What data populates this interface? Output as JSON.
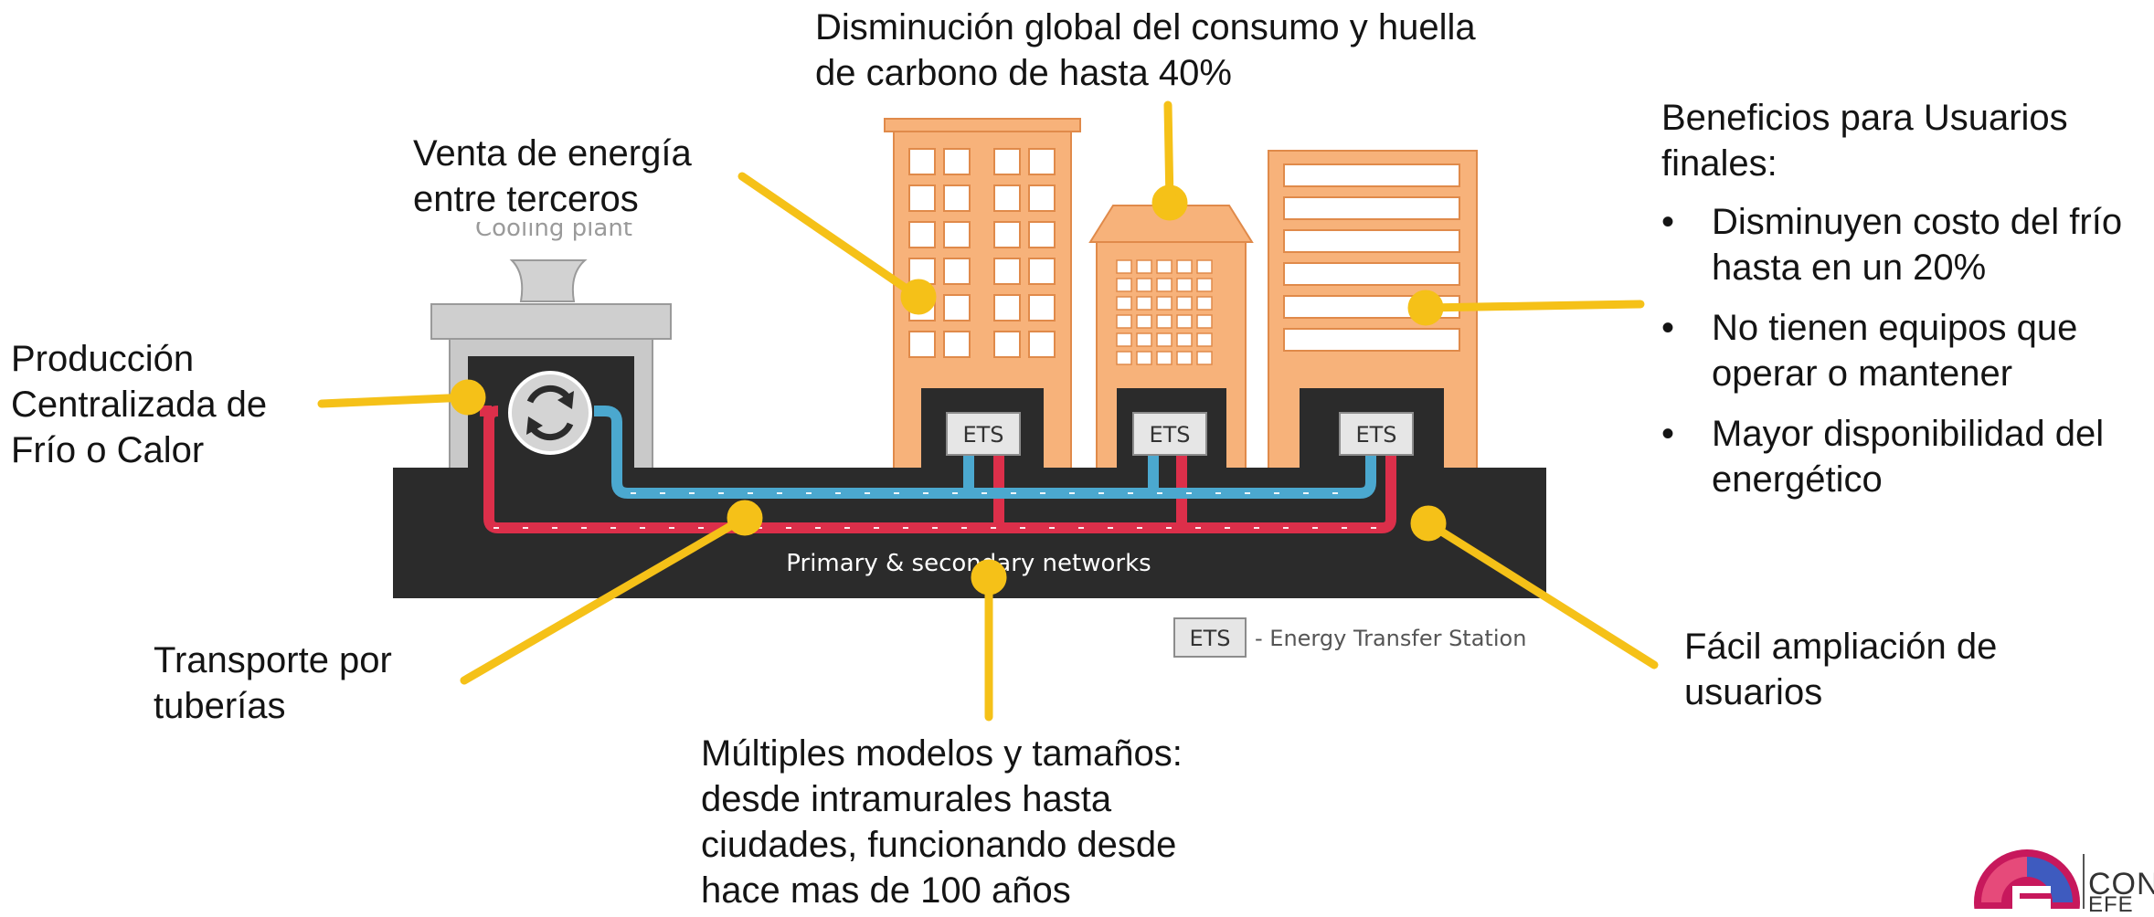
{
  "labels": {
    "produccion": [
      "Producción",
      "Centralizada de",
      "Frío o Calor"
    ],
    "venta": [
      "Venta de energía",
      "entre terceros"
    ],
    "disminucion": [
      "Disminución global del consumo y huella",
      "de carbono de hasta 40%"
    ],
    "transporte": [
      "Transporte por",
      "tuberías"
    ],
    "multiples": [
      "Múltiples modelos y tamaños:",
      "desde intramurales hasta",
      "ciudades, funcionando desde",
      "hace mas de 100 años"
    ],
    "facil": [
      "Fácil ampliación de",
      "usuarios"
    ]
  },
  "benefits": {
    "heading": [
      "Beneficios para Usuarios",
      "finales:"
    ],
    "items": [
      [
        "Disminuyen costo del frío",
        "hasta en un 20%"
      ],
      [
        "No tienen equipos que",
        "operar o mantener"
      ],
      [
        "Mayor disponibilidad del",
        "energético"
      ]
    ]
  },
  "diagram": {
    "cooling_plant_text": "Cooling plant",
    "ets_label": "ETS",
    "network_label": "Primary & secondary networks",
    "legend_badge": "ETS",
    "legend_text": "- Energy Transfer Station"
  },
  "logo": {
    "line1": "CON",
    "line2": "EFE"
  },
  "colors": {
    "building": "#f7b27a",
    "building_stroke": "#e08a4a",
    "ground": "#2b2b2b",
    "pipe_supply": "#4ba8cf",
    "pipe_return": "#dc2f4a",
    "callout": "#f5c118",
    "plant": "#c8c8c8"
  }
}
